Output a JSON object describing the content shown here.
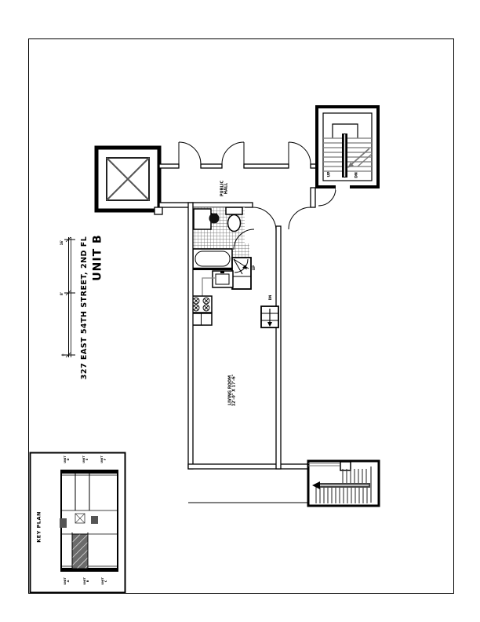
{
  "title_block": {
    "unit": "UNIT B",
    "address": "327 EAST 54TH STREET, 2ND FL"
  },
  "plan_labels": {
    "public_hall": {
      "line1": "PUBLIC",
      "line2": "HALL"
    },
    "living_room": {
      "name": "LIVING ROOM",
      "dim": "12'-0\" X 17'-6\""
    },
    "stair_up": "UP",
    "stair_dn": "DN",
    "winder_up": "UP",
    "steps_dn": "DN"
  },
  "scale_bar": {
    "top": "16'",
    "mid": "8'",
    "bottom": "0"
  },
  "key_plan": {
    "title": "KEY PLAN",
    "top_units": [
      {
        "l1": "UNIT",
        "l2": "D"
      },
      {
        "l1": "UNIT",
        "l2": "E"
      },
      {
        "l1": "UNIT",
        "l2": "F"
      }
    ],
    "bottom_units": [
      {
        "l1": "UNIT",
        "l2": "A"
      },
      {
        "l1": "UNIT",
        "l2": "B"
      },
      {
        "l1": "UNIT",
        "l2": "C"
      }
    ]
  },
  "colors": {
    "line": "#000000",
    "secondary": "#6e6e6e",
    "tile_line": "#555555",
    "hatch_bg": "#6b6b6b"
  }
}
